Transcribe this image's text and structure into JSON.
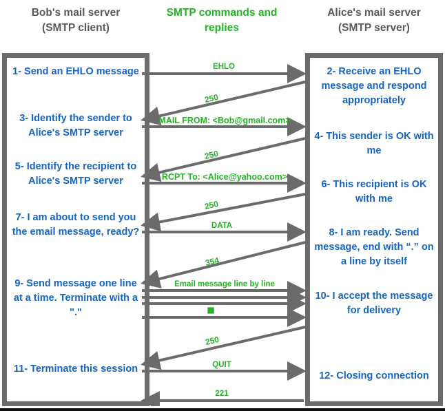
{
  "headers": {
    "left": {
      "line1": "Bob's mail server",
      "line2": "(SMTP client)",
      "color": "#5a5a5a"
    },
    "middle": {
      "line1": "SMTP commands and",
      "line2": "replies",
      "color": "#27b127"
    },
    "right": {
      "line1": "Alice's mail server",
      "line2": "(SMTP server)",
      "color": "#5a5a5a"
    }
  },
  "colors": {
    "step_text": "#1565c0",
    "label_green": "#27b127",
    "arrow_gray": "#6b6b6b",
    "box_border": "#6b6b6b"
  },
  "client_steps": [
    {
      "id": "step-1",
      "text": "1- Send an EHLO message"
    },
    {
      "id": "step-3",
      "text": "3- Identify the sender to Alice's SMTP server"
    },
    {
      "id": "step-5",
      "text": "5- Identify the recipient to Alice's SMTP server"
    },
    {
      "id": "step-7",
      "text": "7- I am about to send you the email message, ready?"
    },
    {
      "id": "step-9",
      "text": "9- Send message one line at a time. Terminate with a \".\""
    },
    {
      "id": "step-11",
      "text": "11- Terminate this session"
    }
  ],
  "server_steps": [
    {
      "id": "step-2",
      "text": "2- Receive an EHLO message and respond appropriately"
    },
    {
      "id": "step-4",
      "text": "4- This sender is OK with me"
    },
    {
      "id": "step-6",
      "text": "6- This recipient is OK with me"
    },
    {
      "id": "step-8",
      "text": "8-  I am ready. Send message, end with “.” on a line by itself"
    },
    {
      "id": "step-10",
      "text": "10-  I accept the message for delivery"
    },
    {
      "id": "step-12",
      "text": "12-  Closing connection"
    }
  ],
  "messages": [
    {
      "id": "msg-ehlo",
      "label": "EHLO",
      "direction": "client-to-server",
      "shape": "horizontal"
    },
    {
      "id": "reply-250-a",
      "label": "250",
      "direction": "server-to-client",
      "shape": "diagonal"
    },
    {
      "id": "msg-mailfrom",
      "label": "MAIL FROM: <Bob@gmail.com>",
      "direction": "client-to-server",
      "shape": "horizontal"
    },
    {
      "id": "reply-250-b",
      "label": "250",
      "direction": "server-to-client",
      "shape": "diagonal"
    },
    {
      "id": "msg-rcptto",
      "label": "RCPT To: <Alice@yahoo.com>",
      "direction": "client-to-server",
      "shape": "horizontal"
    },
    {
      "id": "reply-250-c",
      "label": "250",
      "direction": "server-to-client",
      "shape": "diagonal"
    },
    {
      "id": "msg-data",
      "label": "DATA",
      "direction": "client-to-server",
      "shape": "horizontal"
    },
    {
      "id": "reply-354",
      "label": "354",
      "direction": "server-to-client",
      "shape": "diagonal"
    },
    {
      "id": "msg-body",
      "label": "Email message line by line",
      "direction": "client-to-server",
      "shape": "horizontal"
    },
    {
      "id": "msg-body-2",
      "label": "",
      "direction": "client-to-server",
      "shape": "horizontal"
    },
    {
      "id": "msg-body-3",
      "label": "",
      "direction": "client-to-server",
      "shape": "horizontal"
    },
    {
      "id": "msg-terminator",
      "label": "",
      "direction": "client-to-server",
      "shape": "horizontal"
    },
    {
      "id": "reply-250-d",
      "label": "250",
      "direction": "server-to-client",
      "shape": "diagonal"
    },
    {
      "id": "msg-quit",
      "label": "QUIT",
      "direction": "client-to-server",
      "shape": "horizontal"
    },
    {
      "id": "reply-221",
      "label": "221",
      "direction": "server-to-client",
      "shape": "horizontal"
    }
  ]
}
